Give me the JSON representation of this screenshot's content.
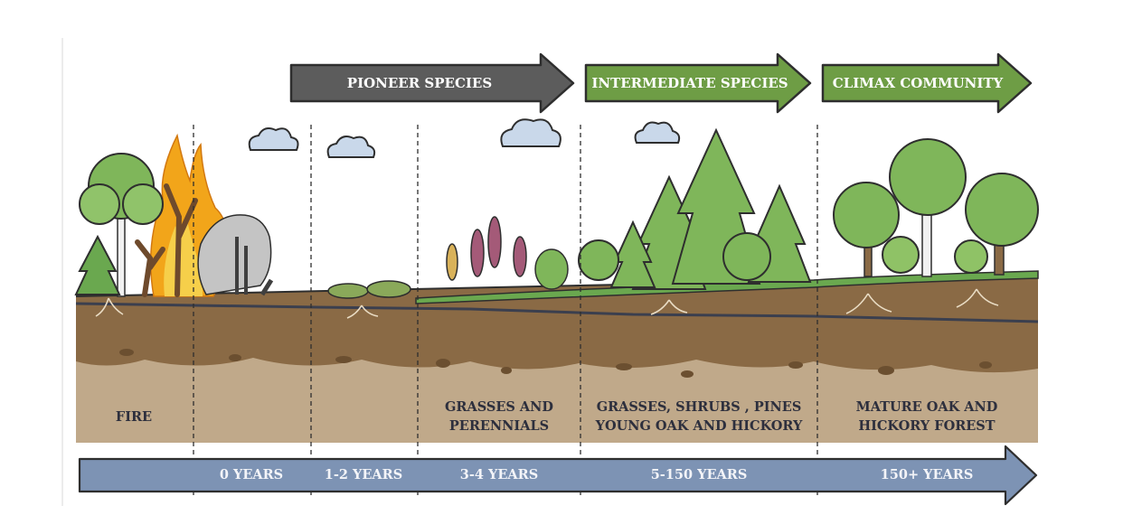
{
  "phases": [
    {
      "label": "PIONEER SPECIES",
      "color": "#5c5c5c"
    },
    {
      "label": "INTERMEDIATE SPECIES",
      "color": "#6e9d45"
    },
    {
      "label": "CLIMAX COMMUNITY",
      "color": "#6e9d45"
    }
  ],
  "stages": [
    {
      "ground_label": [
        "FIRE"
      ],
      "time_label": ""
    },
    {
      "ground_label": [],
      "time_label": "0 YEARS"
    },
    {
      "ground_label": [],
      "time_label": "1-2 YEARS"
    },
    {
      "ground_label": [
        "GRASSES AND",
        "PERENNIALS"
      ],
      "time_label": "3-4 YEARS"
    },
    {
      "ground_label": [
        "GRASSES, SHRUBS , PINES",
        "YOUNG OAK AND HICKORY"
      ],
      "time_label": "5-150 YEARS"
    },
    {
      "ground_label": [
        "MATURE OAK AND",
        "HICKORY FOREST"
      ],
      "time_label": "150+ YEARS"
    }
  ],
  "colors": {
    "topsoil": "#8a6a45",
    "subsoil": "#c0a98a",
    "grass": "#6aa84f",
    "tree_green": "#7fb65a",
    "timeline": "#7d93b4",
    "fire": "#f2a51a"
  }
}
